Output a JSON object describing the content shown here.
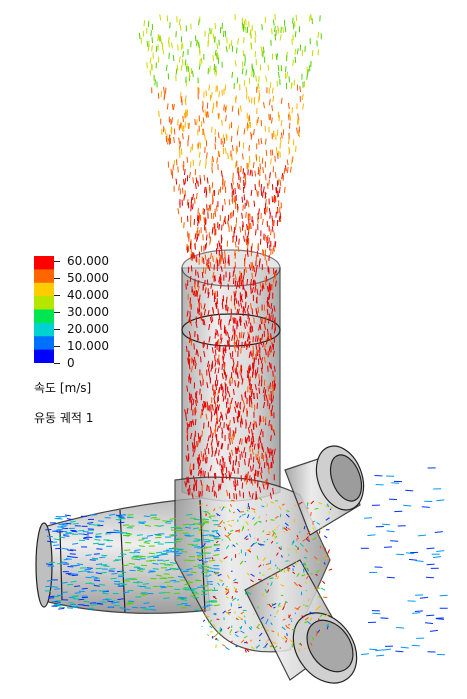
{
  "legend": {
    "ticks": [
      "60.000",
      "50.000",
      "40.000",
      "30.000",
      "20.000",
      "10.000",
      "0"
    ],
    "min": 0,
    "max": 60,
    "unit_label": "속도 [m/s]",
    "colors": [
      "#ff0000",
      "#ff6600",
      "#ffcc00",
      "#b4e600",
      "#00e650",
      "#00d2d2",
      "#0070ff",
      "#0000ff"
    ]
  },
  "plot": {
    "name": "유동 궤적 1"
  },
  "scene": {
    "surface_color": "#c8c8c8",
    "outline_color": "#222222",
    "arrow_palette": [
      "#e60000",
      "#ff5a00",
      "#ffb400",
      "#c8dc00",
      "#50d200",
      "#00c8a0",
      "#0096ff",
      "#0032ff"
    ]
  }
}
